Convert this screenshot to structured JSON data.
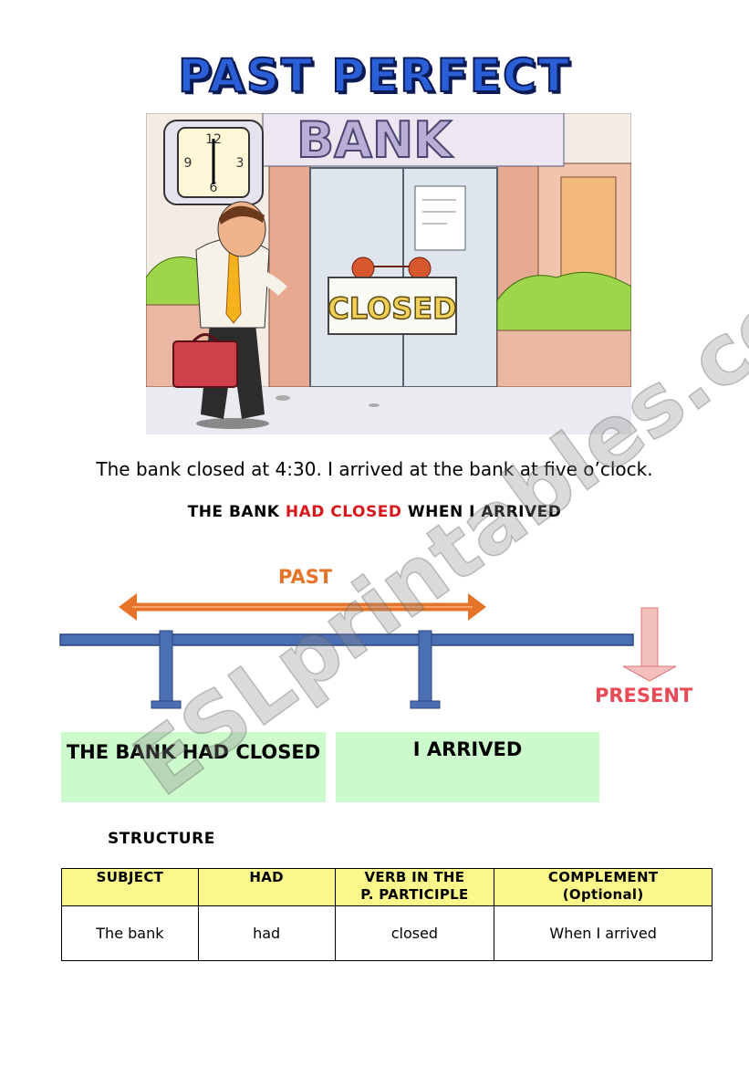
{
  "title": "PAST PERFECT",
  "illustration": {
    "sign_bank": "BANK",
    "sign_closed": "CLOSED",
    "clock_numbers": [
      "12",
      "3",
      "6",
      "9"
    ]
  },
  "sentence": "The bank closed at 4:30. I arrived at the bank at five o’clock.",
  "headline": {
    "part1": "THE BANK ",
    "part2": "HAD CLOSED",
    "part3": " WHEN I ARRIVED"
  },
  "timeline": {
    "past_label": "PAST",
    "present_label": "PRESENT",
    "event1": "THE BANK HAD CLOSED",
    "event2": "I ARRIVED"
  },
  "structure_label": "STRUCTURE",
  "table": {
    "headers": [
      [
        "SUBJECT"
      ],
      [
        "HAD"
      ],
      [
        "VERB IN THE",
        "P. PARTICIPLE"
      ],
      [
        "COMPLEMENT",
        "(Optional)"
      ]
    ],
    "row": [
      "The bank",
      "had",
      "closed",
      "When I arrived"
    ]
  },
  "watermark": "ESLprintables.com",
  "colors": {
    "title_blue": "#2a5fd8",
    "highlight_red": "#d8181c",
    "past_orange": "#e5742a",
    "present_pink": "#e94a55",
    "timeline_blue": "#4a6fb3",
    "box_green": "#ccfacc",
    "header_yellow": "#fbf78a"
  }
}
